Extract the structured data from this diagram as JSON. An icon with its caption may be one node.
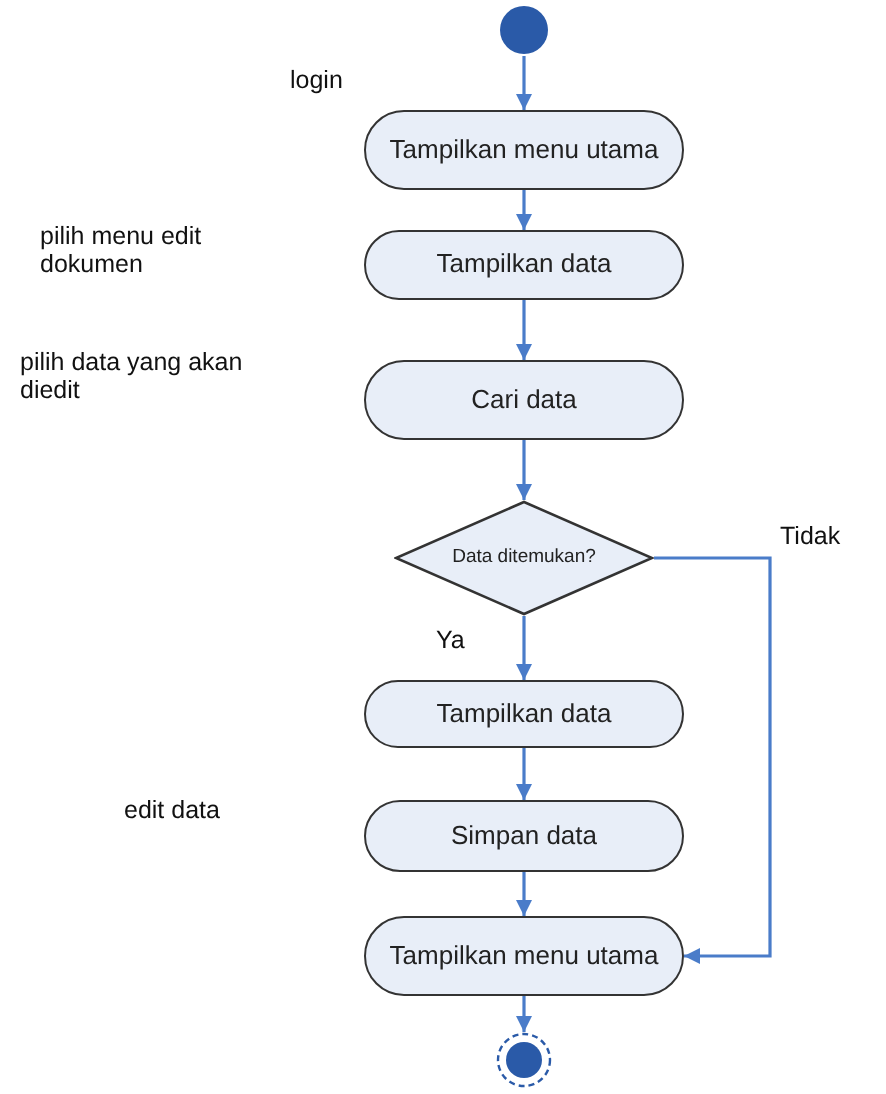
{
  "diagram": {
    "nodes": [
      {
        "text": [],
        "shape": "circle"
      },
      {
        "text": [
          "Tampilkan menu utama"
        ]
      },
      {
        "text": [
          "Tampilkan data"
        ]
      },
      {
        "text": [
          "Cari data"
        ]
      },
      {
        "text": [
          "Data ditemukan?"
        ]
      },
      {
        "text": [
          "Tampilkan data"
        ]
      },
      {
        "text": [
          "Simpan data"
        ]
      },
      {
        "text": [
          "Tampilkan menu utama"
        ]
      },
      {
        "text": [],
        "shape": "circle"
      }
    ],
    "edges": [
      {
        "from": 0,
        "to": 1,
        "arrow": "to"
      },
      {
        "from": 1,
        "to": 2,
        "arrow": "to"
      },
      {
        "from": 2,
        "to": 3,
        "arrow": "to"
      },
      {
        "from": 3,
        "to": 4,
        "arrow": "to"
      },
      {
        "from": 4,
        "to": 5,
        "arrow": "to",
        "label": "Ya"
      },
      {
        "from": 4,
        "to": 7,
        "arrow": "to",
        "label": "Tidak"
      },
      {
        "from": 5,
        "to": 6,
        "arrow": "to"
      },
      {
        "from": 6,
        "to": 7,
        "arrow": "to"
      },
      {
        "from": 7,
        "to": 8,
        "arrow": "to"
      }
    ],
    "labels": [
      "login",
      "pilih menu edit dokumen",
      "pilih data yang akan diedit",
      "edit data"
    ]
  }
}
